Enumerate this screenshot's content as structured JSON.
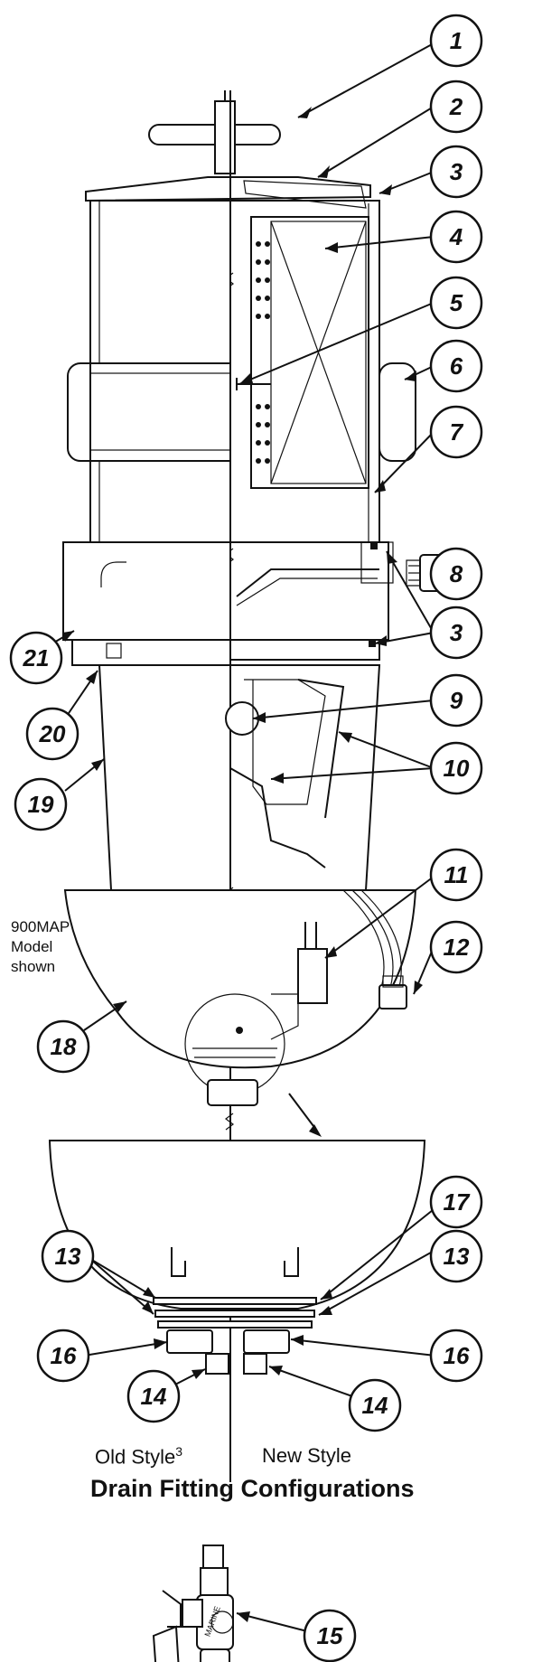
{
  "callouts": [
    "1",
    "2",
    "3",
    "4",
    "5",
    "6",
    "7",
    "8",
    "3",
    "9",
    "10",
    "11",
    "12",
    "21",
    "20",
    "19",
    "18",
    "13",
    "17",
    "13",
    "16",
    "16",
    "14",
    "14",
    "15"
  ],
  "note": {
    "line1": "900MAP",
    "line2": "Model",
    "line3": "shown"
  },
  "drain": {
    "old_style": "Old Style",
    "old_style_sup": "3",
    "new_style": "New Style",
    "heading": "Drain Fitting Configurations"
  },
  "valve_label": "MARINE"
}
